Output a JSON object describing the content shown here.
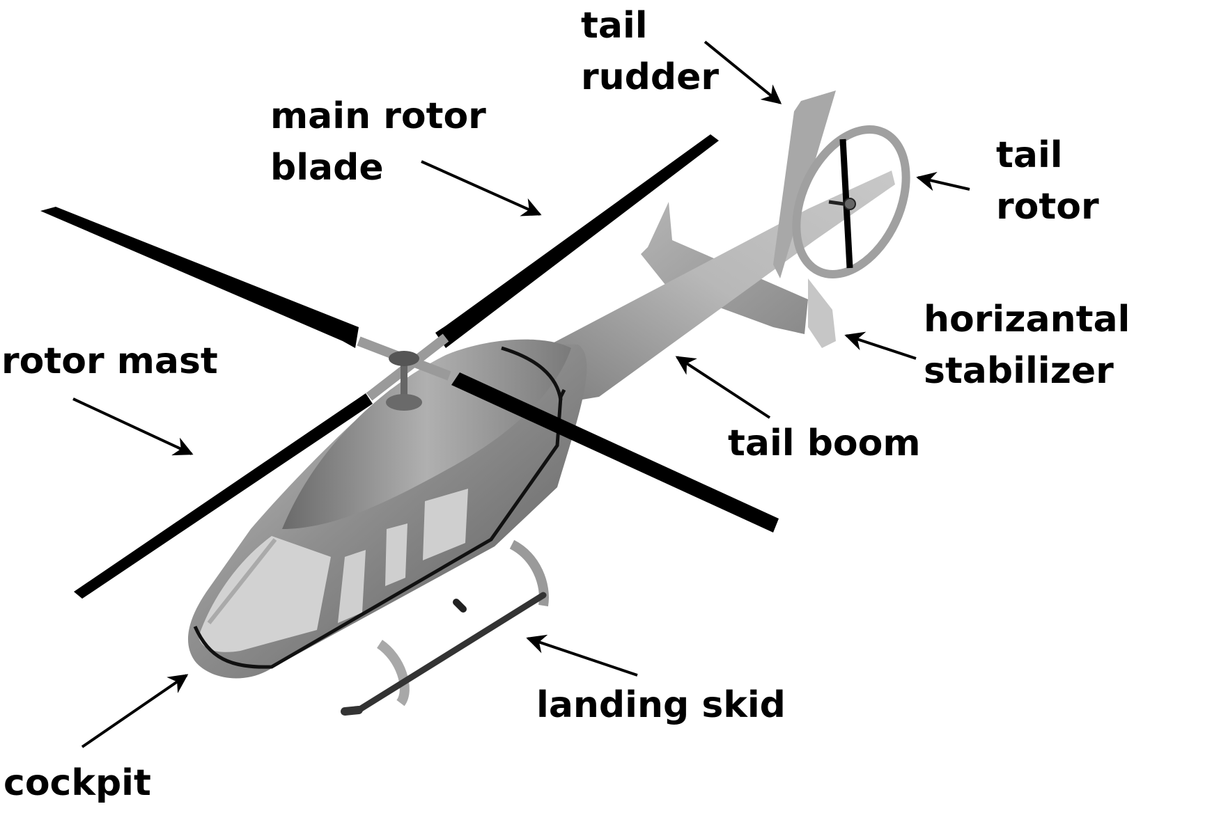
{
  "labels": {
    "tail_rudder": [
      "tail",
      "rudder"
    ],
    "main_rotor_blade": [
      "main rotor",
      "blade"
    ],
    "tail_rotor": [
      "tail",
      "rotor"
    ],
    "horizontal_stabilizer": [
      "horizantal",
      "stabilizer"
    ],
    "rotor_mast": [
      "rotor mast"
    ],
    "tail_boom": [
      "tail boom"
    ],
    "landing_skid": [
      "landing skid"
    ],
    "cockpit": [
      "cockpit"
    ]
  },
  "colors": {
    "label_text": "#000000",
    "arrow": "#000000",
    "blade": "#000000",
    "body_dark": "#5c5c5c",
    "body_mid": "#9a9a9a",
    "body_light": "#c8c8c8",
    "window": "#d4d4d4",
    "outline": "#111111"
  }
}
